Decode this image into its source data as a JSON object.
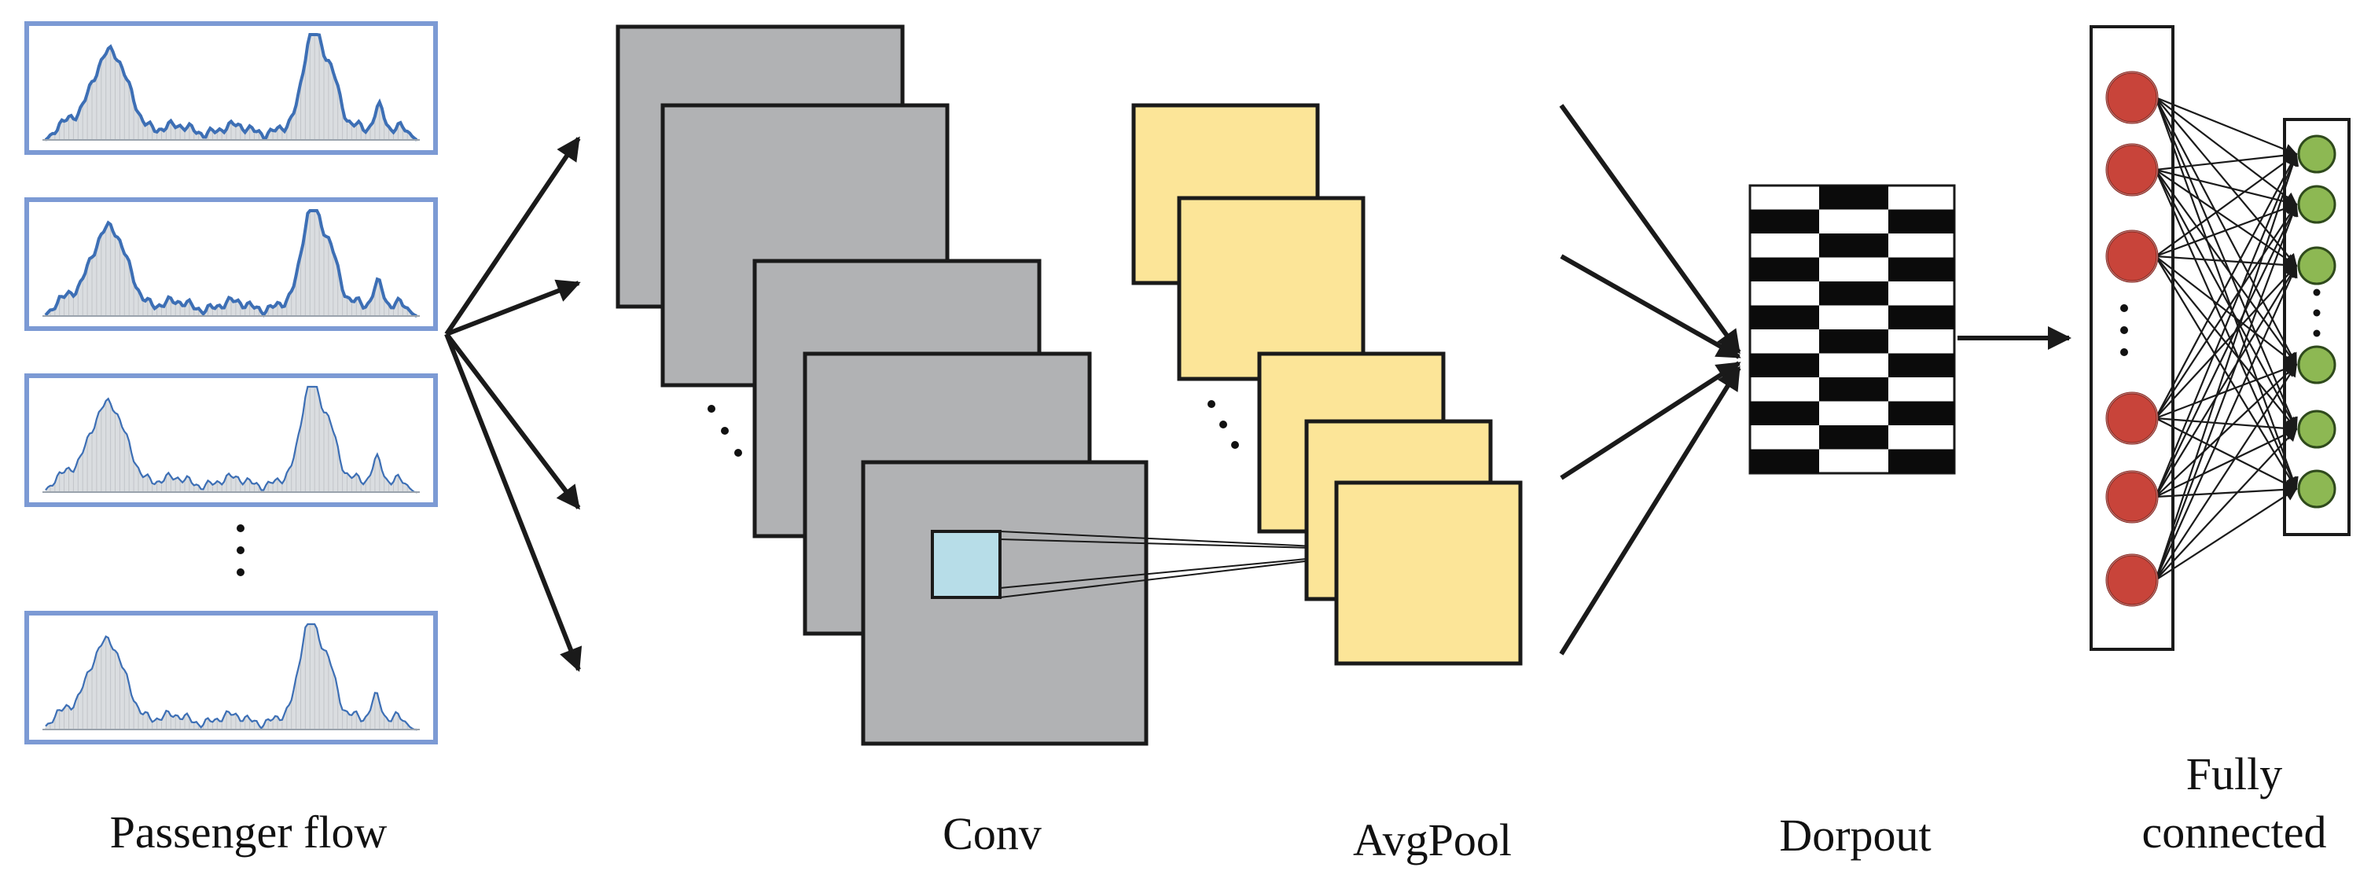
{
  "labels": {
    "passenger_flow": "Passenger flow",
    "conv": "Conv",
    "avgpool": "AvgPool",
    "dropout": "Dorpout",
    "fully_line1": "Fully",
    "fully_line2": "connected"
  },
  "ellipsis": {
    "vertical": ". . ."
  },
  "colors": {
    "thumb_border": "#7c9ad4",
    "thumb_line": "#3d6fb5",
    "thumb_fill": "#d4d7da",
    "conv_fill": "#b1b2b4",
    "kernel_fill": "#b7dde8",
    "pool_fill": "#fce598",
    "node_red": "#c8443a",
    "node_green": "#8db853",
    "stroke": "#1a1a1a"
  },
  "icons": {
    "input_series": "line-chart-thumbnail-icon",
    "arrow": "arrow-right-icon",
    "neuron": "circle-node-icon"
  }
}
